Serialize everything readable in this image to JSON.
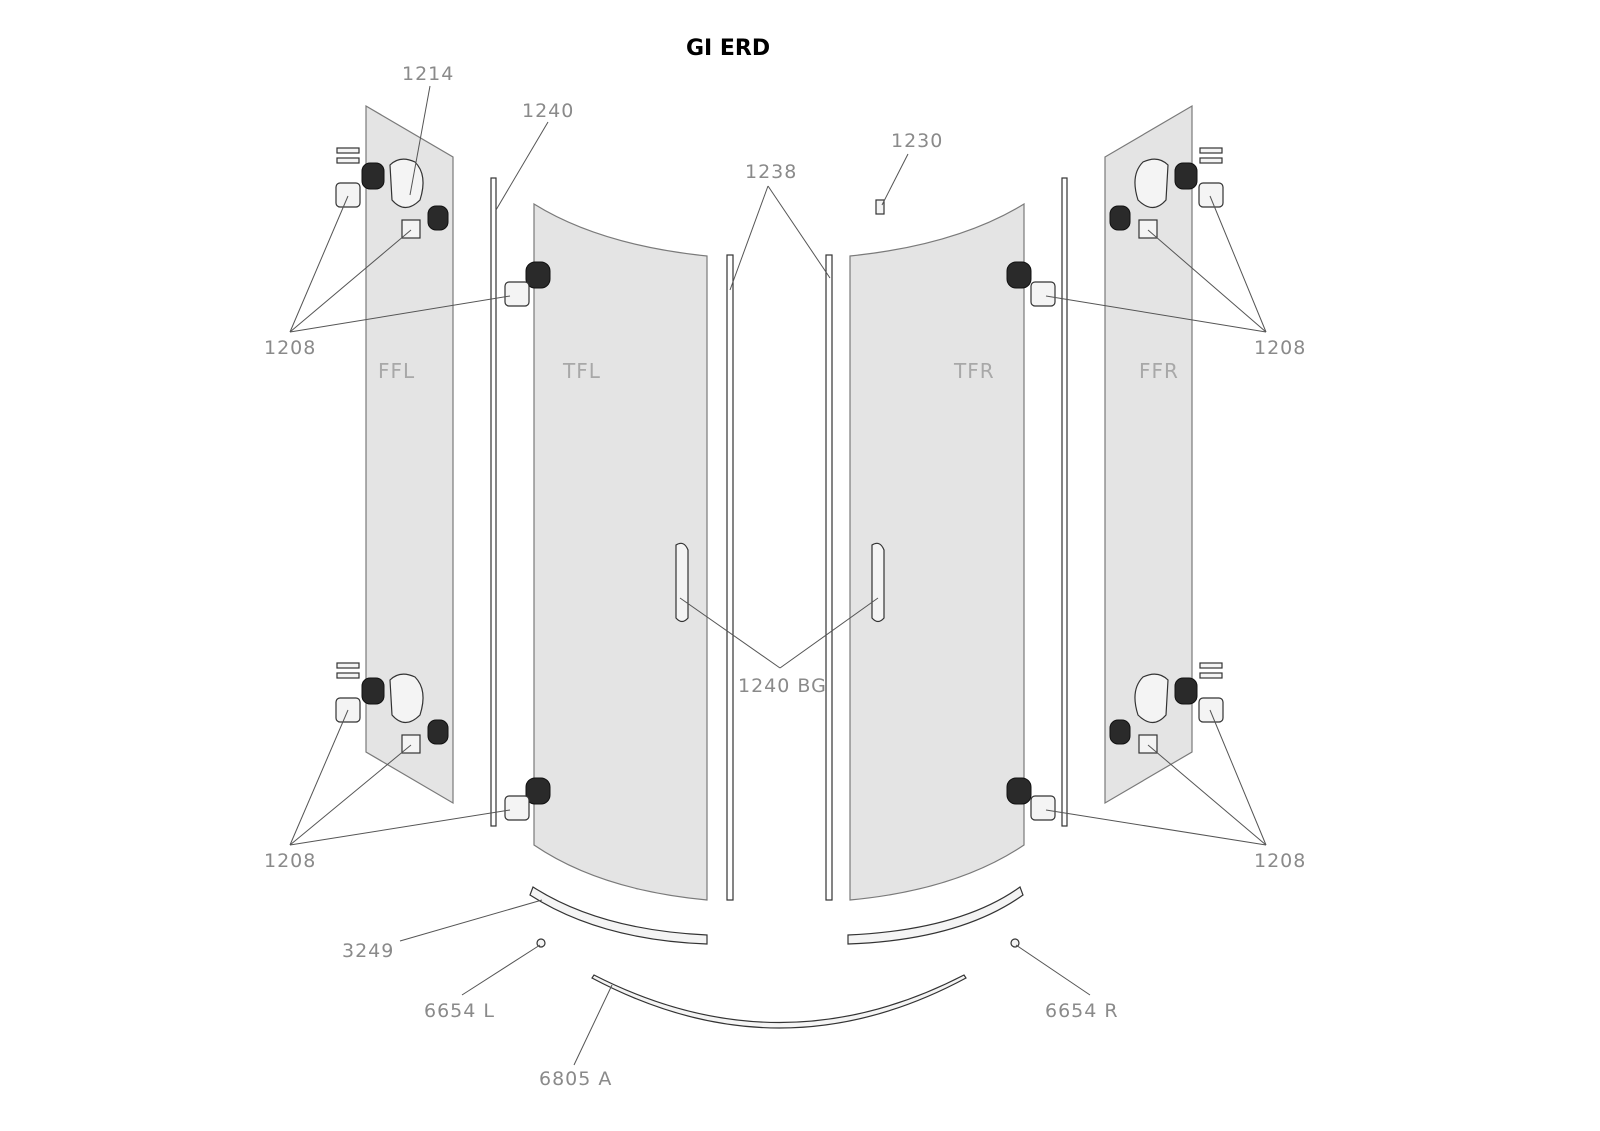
{
  "title": "GI ERD",
  "panels": {
    "ffl": "FFL",
    "tfl": "TFL",
    "tfr": "TFR",
    "ffr": "FFR"
  },
  "part_labels": {
    "p1214": "1214",
    "p1240": "1240",
    "p1238": "1238",
    "p1230": "1230",
    "p1208_tl": "1208",
    "p1208_tr": "1208",
    "p1208_bl": "1208",
    "p1208_br": "1208",
    "p1240bg": "1240 BG",
    "p3249": "3249",
    "p6654l": "6654 L",
    "p6654r": "6654 R",
    "p6805a": "6805 A"
  }
}
